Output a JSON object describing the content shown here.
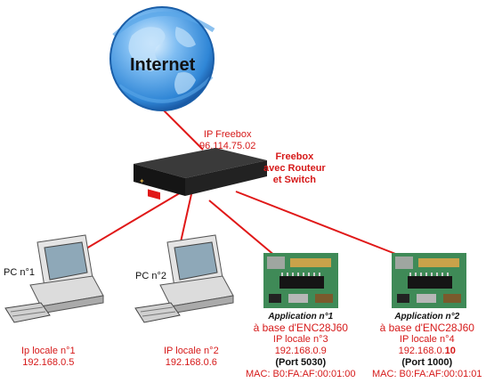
{
  "internet": {
    "label": "Internet"
  },
  "freebox": {
    "ip_title": "IP Freebox",
    "ip_value": "96.114.75.02",
    "name_lines": [
      "Freebox",
      "avec Routeur",
      "et Switch"
    ]
  },
  "pc1": {
    "name": "PC n°1",
    "ip_label": "Ip locale n°1",
    "ip_value": "192.168.0.5"
  },
  "pc2": {
    "name": "PC n°2",
    "ip_label": "IP locale n°2",
    "ip_value": "192.168.0.6"
  },
  "app1": {
    "title": "Application n°1",
    "base": "à base d'ENC28J60",
    "ip_label": "IP locale n°3",
    "ip_value": "192.168.0.9",
    "port": "(Port 5030)",
    "mac": "MAC: B0:FA:AF:00:01:00"
  },
  "app2": {
    "title": "Application n°2",
    "base": "à base d'ENC28J60",
    "ip_label": "IP locale n°4",
    "ip_prefix": "192.168.0.",
    "ip_suffix": "10",
    "port": "(Port 1000)",
    "mac": "MAC: B0:FA:AF:00:01:01"
  },
  "colors": {
    "link": "#e01818",
    "label": "#d61a1a",
    "globe": "#2f86d6",
    "router": "#1f1f1f"
  }
}
